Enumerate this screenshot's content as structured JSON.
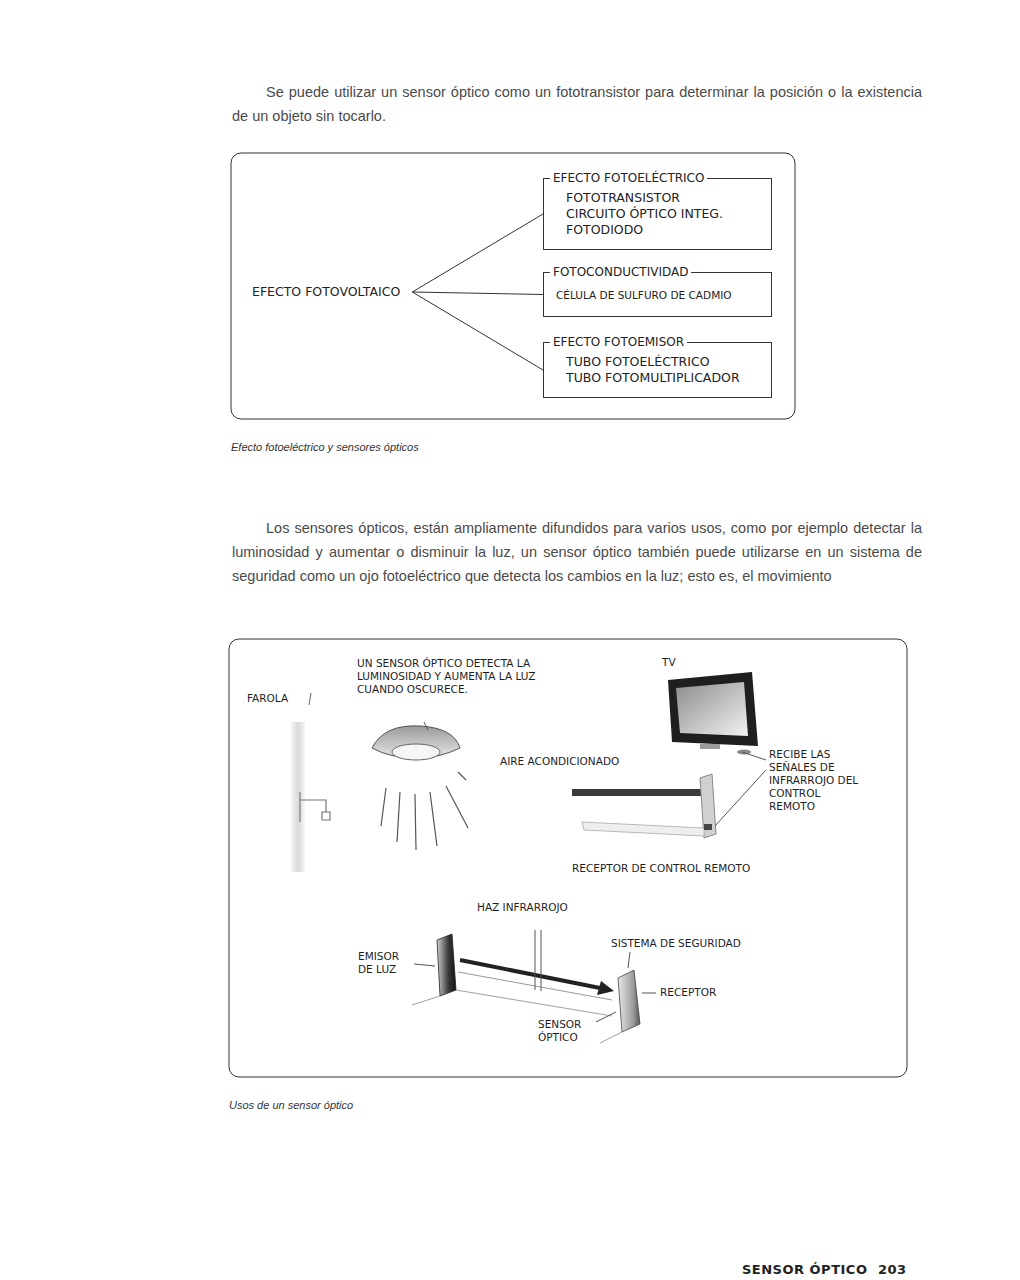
{
  "diagram": {
    "nodes": [
      {
        "text": [
          "EFECTO FOTOVOLTAICO"
        ]
      },
      {
        "text": [
          "EFECTO FOTOELÉCTRICO",
          "FOTOTRANSISTOR",
          "CIRCUITO ÓPTICO INTEG.",
          "FOTODIODO"
        ]
      },
      {
        "text": [
          "FOTOCONDUCTIVIDAD",
          "CÉLULA DE SULFURO DE CADMIO"
        ]
      },
      {
        "text": [
          "EFECTO FOTOEMISOR",
          "TUBO FOTOELÉCTRICO",
          "TUBO FOTOMULTIPLICADOR"
        ]
      }
    ],
    "edges": [
      {
        "from": 0,
        "to": 1,
        "arrow": "none"
      },
      {
        "from": 0,
        "to": 2,
        "arrow": "none"
      },
      {
        "from": 0,
        "to": 3,
        "arrow": "none"
      }
    ],
    "labels": [
      "Se puede utilizar un sensor óptico como un fototransistor para determinar la posición o la existencia de un objeto sin tocarlo.",
      "Efecto fotoeléctrico y sensores ópticos",
      "Los sensores ópticos, están ampliamente difundidos para varios usos, como por ejemplo detectar la luminosidad y aumentar o disminuir la luz, un sensor óptico también puede utilizarse en un sistema de seguridad como un ojo fotoeléctrico que detecta los cambios en la luz; esto es, el movimiento",
      "FAROLA",
      "UN SENSOR ÓPTICO DETECTA LA LUMINOSIDAD Y AUMENTA LA LUZ CUANDO OSCURECE.",
      "TV",
      "AIRE ACONDICIONADO",
      "RECIBE LAS SEÑALES DE INFRARROJO DEL CONTROL REMOTO",
      "RECEPTOR DE CONTROL REMOTO",
      "HAZ INFRARROJO",
      "SISTEMA DE SEGURIDAD",
      "EMISOR DE LUZ",
      "RECEPTOR",
      "SENSOR ÓPTICO",
      "Usos de un sensor óptico",
      "SENSOR ÓPTICO",
      "203"
    ]
  }
}
